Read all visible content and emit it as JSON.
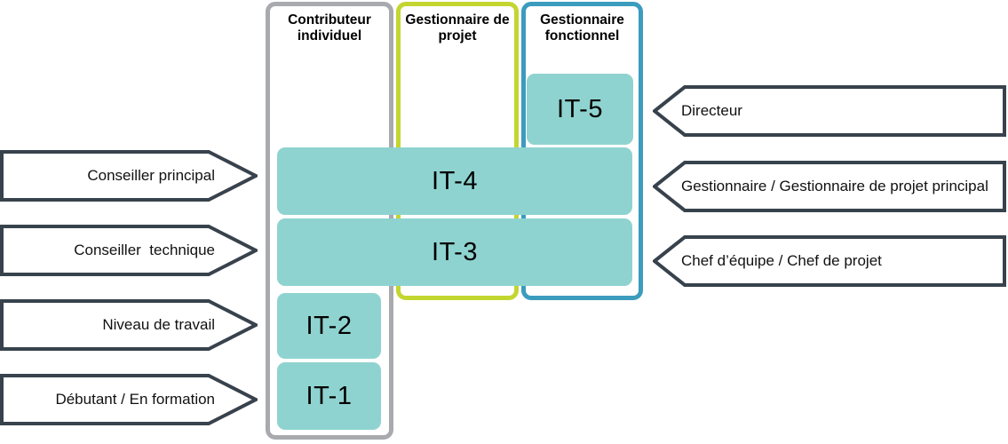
{
  "columns": [
    {
      "label": "Contributeur individuel"
    },
    {
      "label": "Gestionnaire de projet"
    },
    {
      "label": "Gestionnaire fonctionnel"
    }
  ],
  "levels": [
    {
      "label": "IT-5"
    },
    {
      "label": "IT-4"
    },
    {
      "label": "IT-3"
    },
    {
      "label": "IT-2"
    },
    {
      "label": "IT-1"
    }
  ],
  "left_labels": [
    {
      "text": "Conseiller principal"
    },
    {
      "text": "Conseiller  technique"
    },
    {
      "text": "Niveau de travail"
    },
    {
      "text": "Débutant / En formation"
    }
  ],
  "right_labels": [
    {
      "text": "Directeur"
    },
    {
      "text": "Gestionnaire / Gestionnaire de projet principal"
    },
    {
      "text": "Chef d’équipe / Chef de projet"
    }
  ],
  "colors": {
    "level-fill": "#8FD3D0",
    "col1-border": "#A8AAAD",
    "col2-border": "#C3D630",
    "col3-border": "#3B9CBE",
    "arrow-border": "#37424C",
    "text": "#000000"
  }
}
